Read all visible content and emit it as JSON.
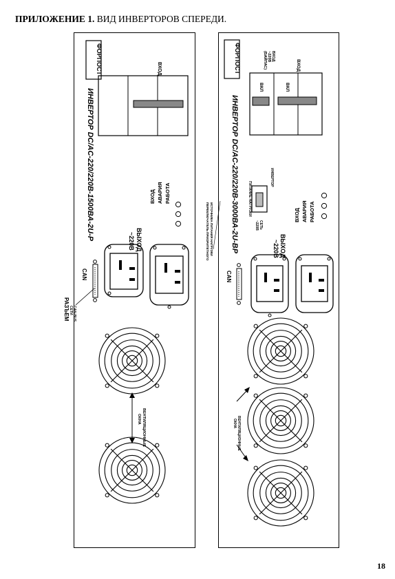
{
  "header": {
    "title_bold": "ПРИЛОЖЕНИЕ 1.",
    "title_rest": " ВИД ИНВЕРТОРОВ СПЕРЕДИ."
  },
  "page_number": "18",
  "left_inverter": {
    "brand": "ФОРПОСТ",
    "model": "ИНВЕРТОР  DC/AC-220/220В-1500ВА-2U-P",
    "input_label": "ВХОД",
    "indicators": [
      "РАБОТА",
      "АВАРИЯ",
      "ВХОД"
    ],
    "output_label": [
      "ВЫХОД",
      "~220В"
    ],
    "can_label": "CAN",
    "can_connector_label": "РАЗЪЕМ",
    "can_connector_sub": [
      "СЕТИ",
      "CAN-BUS"
    ],
    "ventilation_label": [
      "ВЕНТИЛЯЦИОННЫЕ",
      "ОКНА"
    ]
  },
  "right_inverter": {
    "brand": "ФОРПОСТ",
    "model": "ИНВЕРТОР  DC/AC-220/220В-3000ВА-2U-BP",
    "bypass_input_label": [
      "ВХОД",
      "~220В",
      "(БАЙПАС)"
    ],
    "input_label": "ВХОД",
    "switch_on_small": "ВКЛ",
    "switch_on_large": "ВКЛ",
    "indicators": [
      "РАБОТА",
      "АВАРИЯ",
      "ВХОД"
    ],
    "switch_label": "ИНВЕРТОР",
    "switch_top": "ПИТАНИЕ НАГРУЗКИ",
    "switch_bottom": [
      "СЕТЬ",
      "~220В"
    ],
    "priority_note": [
      "ПЕРЕКЛЮЧАТЕЛЬ ПРИОРИТЕТНОГО",
      "ИСТОЧНИКА ПИТАНИЯ НАГРУЗКИ"
    ],
    "output_label": [
      "ВЫХОД",
      "~220В"
    ],
    "can_label": "CAN",
    "ventilation_label": [
      "ВЕНТИЛЯЦИОННЫЕ",
      "ОКНА"
    ]
  }
}
